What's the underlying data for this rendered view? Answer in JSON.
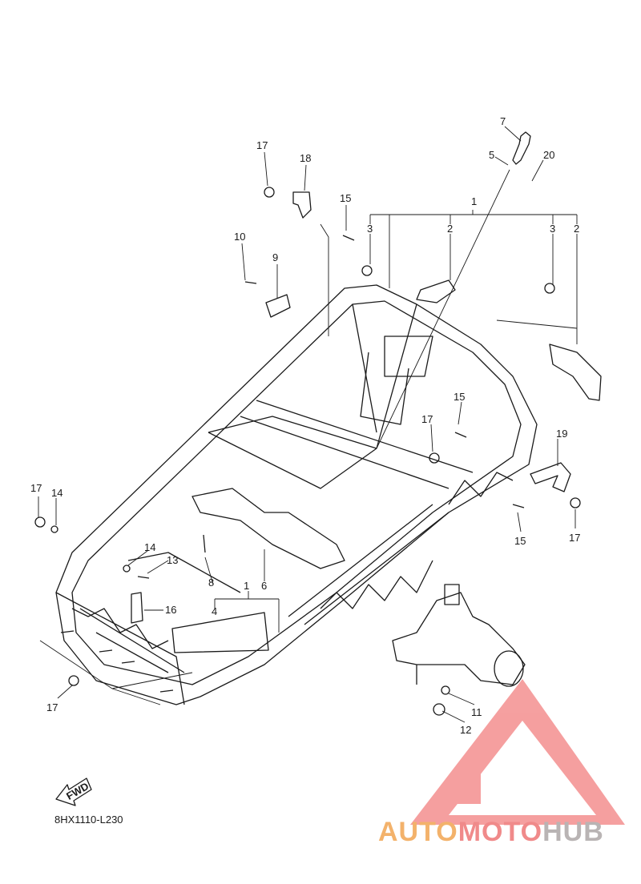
{
  "diagram": {
    "code": "8HX1110-L230",
    "fwd_label": "FWD",
    "callouts": [
      {
        "id": "c1a",
        "num": "1"
      },
      {
        "id": "c1b",
        "num": "1"
      },
      {
        "id": "c2a",
        "num": "2"
      },
      {
        "id": "c2b",
        "num": "2"
      },
      {
        "id": "c3a",
        "num": "3"
      },
      {
        "id": "c3b",
        "num": "3"
      },
      {
        "id": "c4",
        "num": "4"
      },
      {
        "id": "c5",
        "num": "5"
      },
      {
        "id": "c6",
        "num": "6"
      },
      {
        "id": "c7",
        "num": "7"
      },
      {
        "id": "c8",
        "num": "8"
      },
      {
        "id": "c9",
        "num": "9"
      },
      {
        "id": "c10",
        "num": "10"
      },
      {
        "id": "c11",
        "num": "11"
      },
      {
        "id": "c12",
        "num": "12"
      },
      {
        "id": "c13",
        "num": "13"
      },
      {
        "id": "c14a",
        "num": "14"
      },
      {
        "id": "c14b",
        "num": "14"
      },
      {
        "id": "c15a",
        "num": "15"
      },
      {
        "id": "c15b",
        "num": "15"
      },
      {
        "id": "c15c",
        "num": "15"
      },
      {
        "id": "c16",
        "num": "16"
      },
      {
        "id": "c17a",
        "num": "17"
      },
      {
        "id": "c17b",
        "num": "17"
      },
      {
        "id": "c17c",
        "num": "17"
      },
      {
        "id": "c17d",
        "num": "17"
      },
      {
        "id": "c17e",
        "num": "17"
      },
      {
        "id": "c18",
        "num": "18"
      },
      {
        "id": "c19",
        "num": "19"
      },
      {
        "id": "c20",
        "num": "20"
      }
    ]
  },
  "watermark": {
    "part1": "AUTO",
    "part2": "MOTO",
    "part3": "HUB"
  },
  "colors": {
    "line": "#1a1a1a",
    "logo_red": "#f07a7a",
    "logo_orange": "#f3b26b",
    "logo_gray": "#b9b4b4"
  }
}
